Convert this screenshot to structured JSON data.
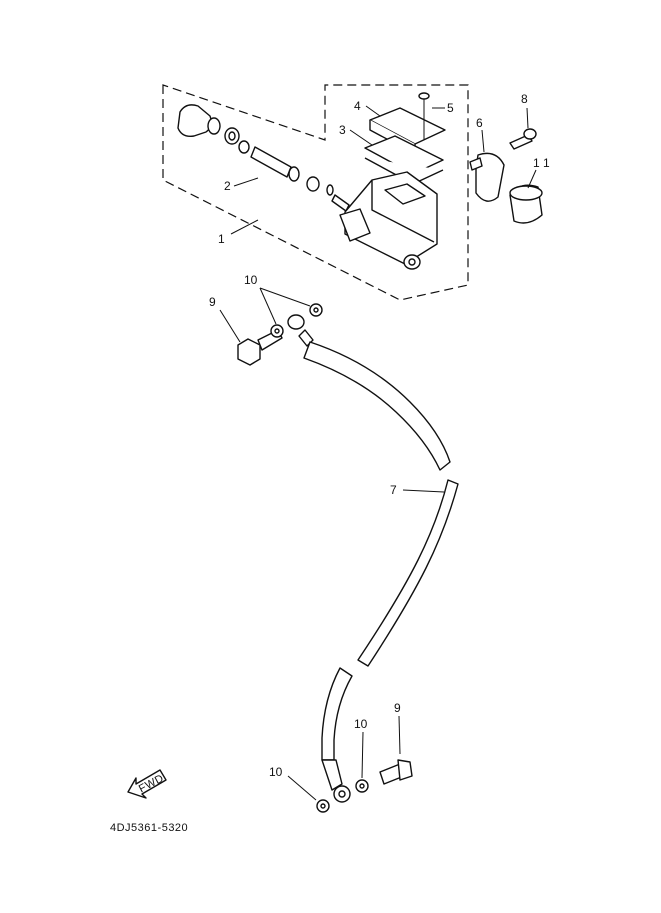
{
  "diagram": {
    "callouts": [
      {
        "id": "c1",
        "text": "1"
      },
      {
        "id": "c2",
        "text": "2"
      },
      {
        "id": "c3",
        "text": "3"
      },
      {
        "id": "c4",
        "text": "4"
      },
      {
        "id": "c5",
        "text": "5"
      },
      {
        "id": "c6",
        "text": "6"
      },
      {
        "id": "c7",
        "text": "7"
      },
      {
        "id": "c8",
        "text": "8"
      },
      {
        "id": "c9a",
        "text": "9"
      },
      {
        "id": "c9b",
        "text": "9"
      },
      {
        "id": "c10a",
        "text": "10"
      },
      {
        "id": "c10b",
        "text": "10"
      },
      {
        "id": "c10c",
        "text": "10"
      },
      {
        "id": "c11",
        "text": "1 1"
      }
    ],
    "fwd_label": "FWD",
    "drawing_code": "4DJ5361-5320"
  }
}
